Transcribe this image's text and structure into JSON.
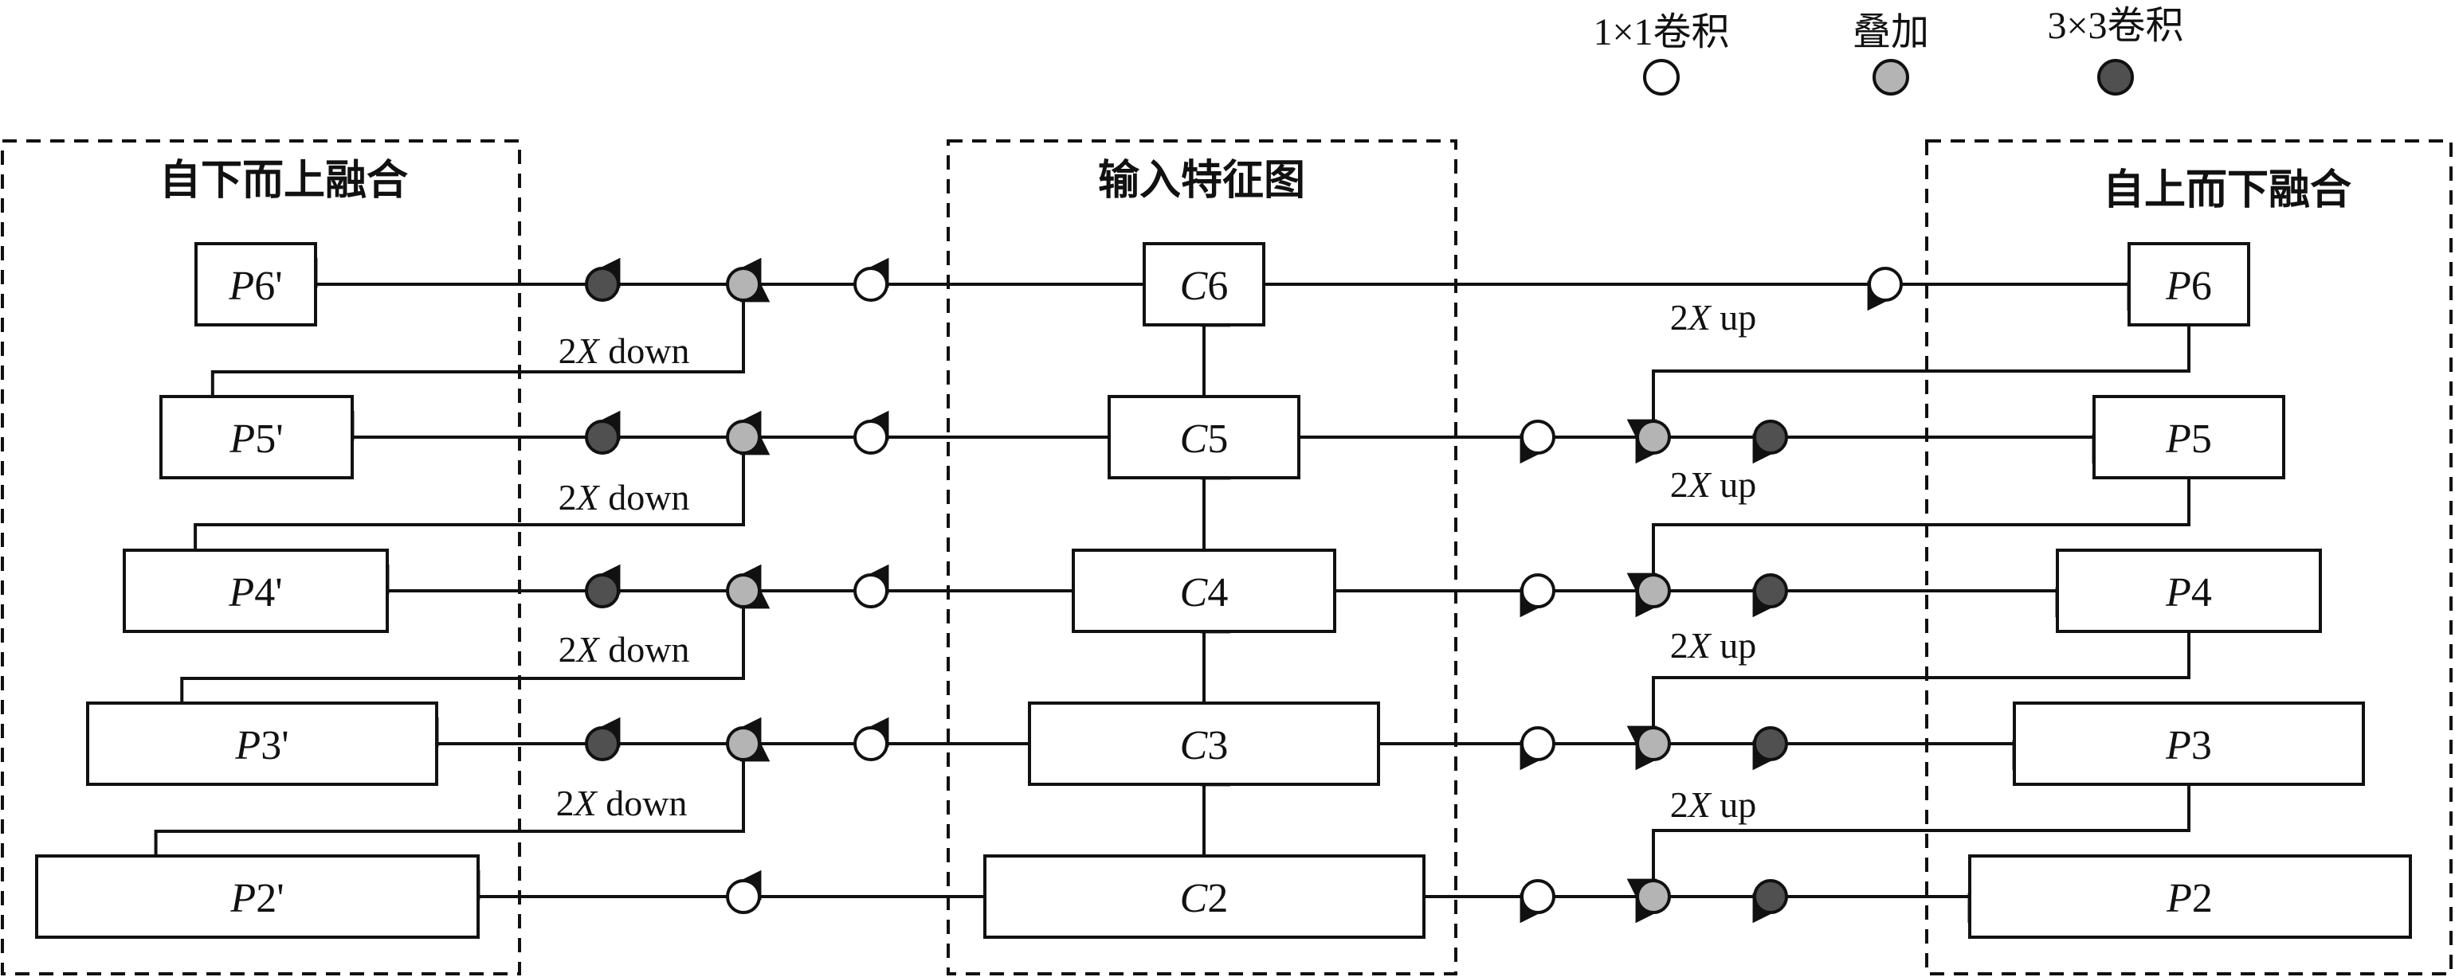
{
  "legend": {
    "conv1_label": "1×1卷积",
    "add_label": "叠加",
    "conv3_label": "3×3卷积"
  },
  "groups": {
    "bottom_up_title": "自下而上融合",
    "input_title": "输入特征图",
    "top_down_title": "自上而下融合"
  },
  "inputs": [
    {
      "id": "C6",
      "letter": "C",
      "index": "6"
    },
    {
      "id": "C5",
      "letter": "C",
      "index": "5"
    },
    {
      "id": "C4",
      "letter": "C",
      "index": "4"
    },
    {
      "id": "C3",
      "letter": "C",
      "index": "3"
    },
    {
      "id": "C2",
      "letter": "C",
      "index": "2"
    }
  ],
  "bottom_up_outputs": [
    {
      "id": "P6'",
      "letter": "P",
      "index": "6'"
    },
    {
      "id": "P5'",
      "letter": "P",
      "index": "5'"
    },
    {
      "id": "P4'",
      "letter": "P",
      "index": "4'"
    },
    {
      "id": "P3'",
      "letter": "P",
      "index": "3'"
    },
    {
      "id": "P2'",
      "letter": "P",
      "index": "2'"
    }
  ],
  "top_down_outputs": [
    {
      "id": "P6",
      "letter": "P",
      "index": "6"
    },
    {
      "id": "P5",
      "letter": "P",
      "index": "5"
    },
    {
      "id": "P4",
      "letter": "P",
      "index": "4"
    },
    {
      "id": "P3",
      "letter": "P",
      "index": "3"
    },
    {
      "id": "P2",
      "letter": "P",
      "index": "2"
    }
  ],
  "edge_labels": {
    "down_prefix": "2",
    "down_var": "X",
    "down_suffix": " down",
    "up_prefix": "2",
    "up_var": "X",
    "up_suffix": " up"
  },
  "colors": {
    "conv1": "#ffffff",
    "add": "#b4b4b4",
    "conv3": "#505050",
    "stroke": "#111111"
  }
}
